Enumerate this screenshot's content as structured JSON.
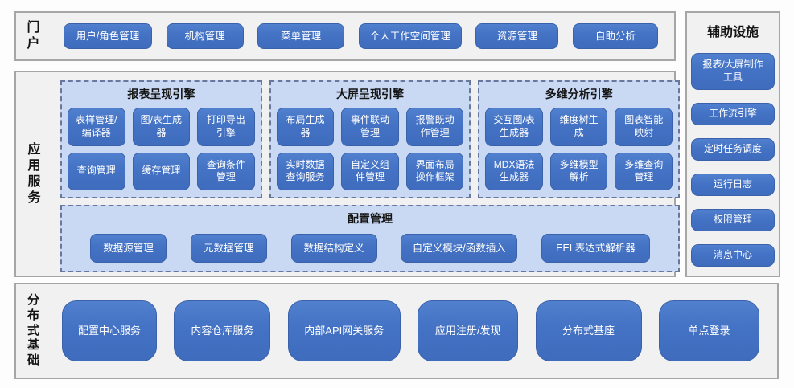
{
  "portal": {
    "label": "门户",
    "buttons": [
      "用户/角色管理",
      "机构管理",
      "菜单管理",
      "个人工作空间管理",
      "资源管理",
      "自助分析"
    ]
  },
  "app_services": {
    "label": "应用服务",
    "engines": [
      {
        "title": "报表呈现引擎",
        "buttons": [
          "表样管理/编译器",
          "图/表生成器",
          "打印导出引擎",
          "查询管理",
          "缓存管理",
          "查询条件管理"
        ]
      },
      {
        "title": "大屏呈现引擎",
        "buttons": [
          "布局生成器",
          "事件联动管理",
          "报警既动作管理",
          "实时数据查询服务",
          "自定义组件管理",
          "界面布局操作框架"
        ]
      },
      {
        "title": "多维分析引擎",
        "buttons": [
          "交互图/表生成器",
          "维度树生成",
          "图表智能映射",
          "MDX语法生成器",
          "多维模型解析",
          "多维查询管理"
        ]
      }
    ],
    "config": {
      "title": "配置管理",
      "buttons": [
        "数据源管理",
        "元数据管理",
        "数据结构定义",
        "自定义模块/函数插入",
        "EEL表达式解析器"
      ]
    }
  },
  "auxiliary": {
    "title": "辅助设施",
    "buttons": [
      "报表/大屏制作工具",
      "工作流引擎",
      "定时任务调度",
      "运行日志",
      "权限管理",
      "消息中心"
    ]
  },
  "distributed": {
    "label": "分布式基础",
    "buttons": [
      "配置中心服务",
      "内容仓库服务",
      "内部API网关服务",
      "应用注册/发现",
      "分布式基座",
      "单点登录"
    ]
  },
  "colors": {
    "button_blue": "#4472c4",
    "panel_light_blue": "#c9d9f4",
    "panel_dashed_border": "#67789c",
    "section_fill": "#f1f1f1",
    "section_border": "#a6a6a6",
    "text_on_button": "#ffffff"
  }
}
